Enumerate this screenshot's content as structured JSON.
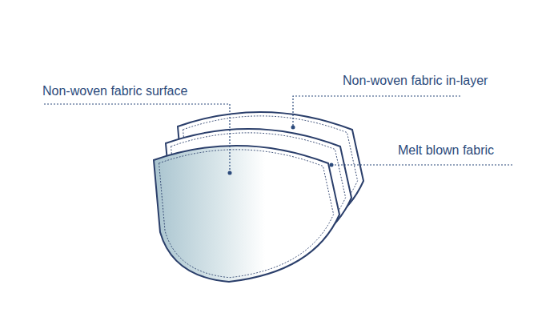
{
  "diagram": {
    "labels": [
      "Non-woven fabric surface",
      "Non-woven fabric in-layer",
      "Melt blown fabric"
    ]
  }
}
